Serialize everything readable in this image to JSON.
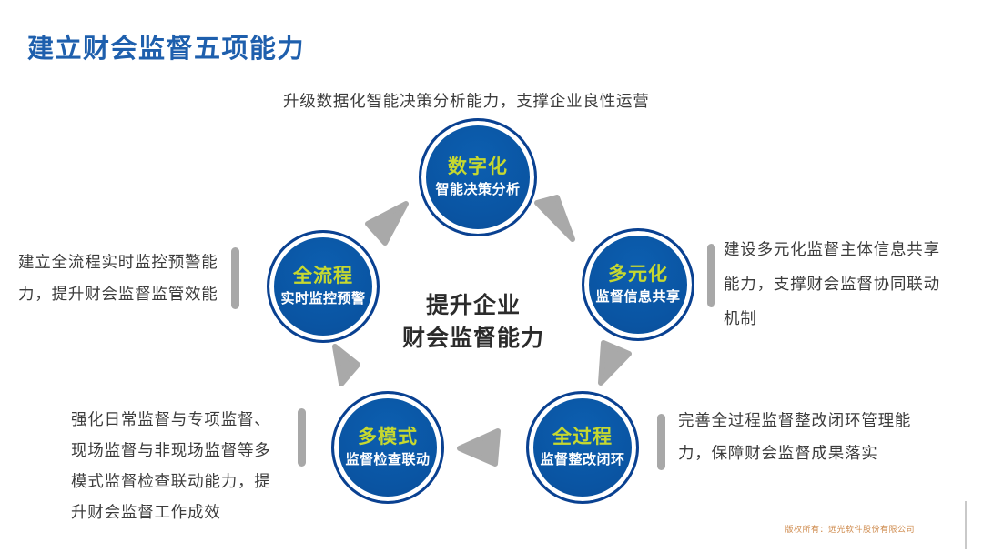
{
  "title": "建立财会监督五项能力",
  "center_label": {
    "line1": "提升企业",
    "line2": "财会监督能力"
  },
  "nodes": [
    {
      "id": "digital",
      "keyword": "数字化",
      "capability": "智能决策分析",
      "annotation": "升级数据化智能决策分析能力，支撑企业良性运营"
    },
    {
      "id": "diverse",
      "keyword": "多元化",
      "capability": "监督信息共享",
      "annotation": "建设多元化监督主体信息共享\n能力，支撑财会监督协同联动\n机制"
    },
    {
      "id": "whole-process",
      "keyword": "全过程",
      "capability": "监督整改闭环",
      "annotation": "完善全过程监督整改闭环管理能\n力，保障财会监督成果落实"
    },
    {
      "id": "multi-mode",
      "keyword": "多模式",
      "capability": "监督检查联动",
      "annotation": "强化日常监督与专项监督、\n现场监督与非现场监督等多\n模式监督检查联动能力，提\n升财会监督工作成效"
    },
    {
      "id": "full-flow",
      "keyword": "全流程",
      "capability": "实时监控预警",
      "annotation": "建立全流程实时监控预警能\n力，提升财会监督监管效能"
    }
  ],
  "flow": {
    "direction": "clockwise",
    "sequence": [
      "全流程",
      "数字化",
      "多元化",
      "全过程",
      "多模式",
      "全流程"
    ]
  },
  "footer": {
    "copyright": "版权所有：远光软件股份有限公司"
  },
  "colors": {
    "title_blue": "#1e5fad",
    "node_fill": "#0a54a2",
    "node_ring": "#0a4191",
    "keyword_yellow": "#c6d830",
    "capability_white": "#ffffff",
    "arrow_gray": "#a9a9a9",
    "body_text": "#3c3c3c",
    "center_text": "#2b2b2b",
    "copyright_orange": "#cf8b4e",
    "background": "#ffffff"
  }
}
